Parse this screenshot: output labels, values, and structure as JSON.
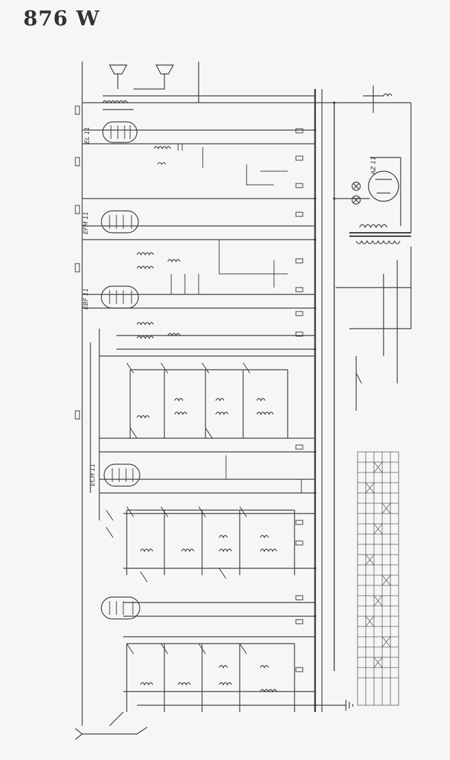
{
  "document": {
    "title": "876 W"
  },
  "tubes": [
    {
      "label": "EL 11"
    },
    {
      "label": "EFM 11"
    },
    {
      "label": "EBF 11"
    },
    {
      "label": "ECH 11"
    },
    {
      "label": "AZ 11"
    }
  ]
}
